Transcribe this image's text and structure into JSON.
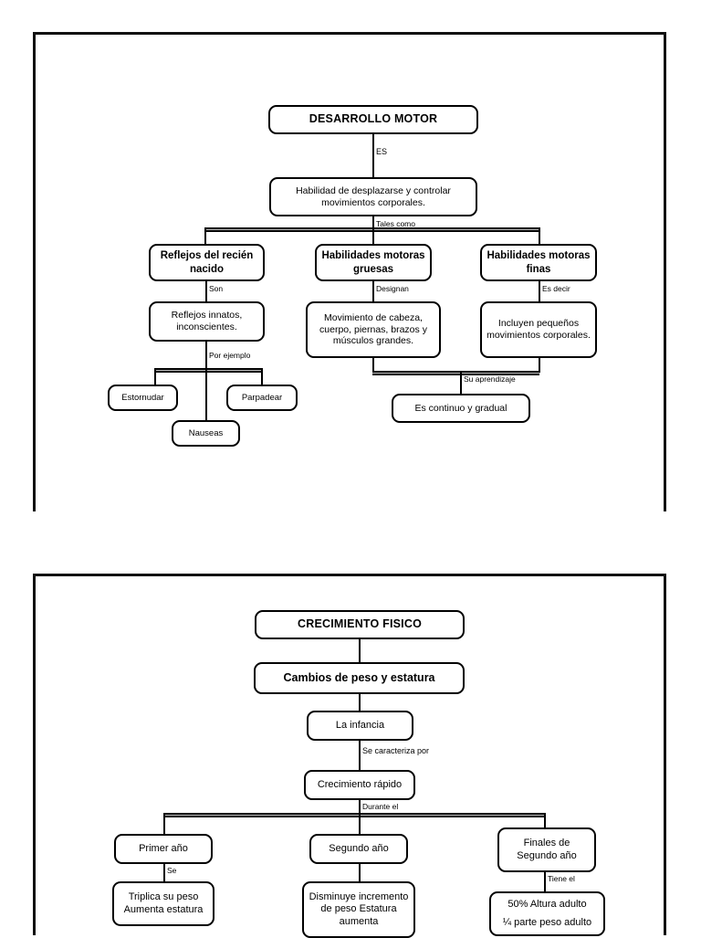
{
  "document": {
    "kind": "concept-map-scan",
    "pages": [
      {
        "id": "page-1",
        "topic": "DESARROLLO MOTOR",
        "nodes": {
          "root": "DESARROLLO MOTOR",
          "definition": "Habilidad de desplazarse y controlar movimientos corporales.",
          "branch_left": "Reflejos del recién nacido",
          "branch_mid": "Habilidades motoras gruesas",
          "branch_right": "Habilidades motoras finas",
          "left_detail": "Reflejos innatos, inconscientes.",
          "mid_detail": "Movimiento de cabeza, cuerpo, piernas, brazos y músculos grandes.",
          "right_detail": "Incluyen pequeños movimientos corporales.",
          "example_1": "Estornudar",
          "example_2": "Parpadear",
          "example_3": "Nauseas",
          "merge_detail": "Es continuo y gradual"
        },
        "edges": {
          "root_to_definition": "ES",
          "definition_to_branches": "Tales como",
          "left_to_detail": "Son",
          "mid_to_detail": "Designan",
          "right_to_detail": "Es decir",
          "left_to_examples": "Por ejemplo",
          "merge_to_detail": "Su aprendizaje"
        }
      },
      {
        "id": "page-2",
        "topic": "CRECIMIENTO FISICO",
        "nodes": {
          "root": "CRECIMIENTO FISICO",
          "subtitle": "Cambios de peso y estatura",
          "stage": "La infancia",
          "trait": "Crecimiento rápido",
          "branch_left": "Primer año",
          "branch_mid": "Segundo año",
          "branch_right": "Finales de Segundo año",
          "left_detail": "Triplica su peso Aumenta estatura",
          "mid_detail": "Disminuye incremento de peso Estatura aumenta",
          "right_detail_line1": "50% Altura adulto",
          "right_detail_line2": "¼ parte peso adulto"
        },
        "edges": {
          "stage_to_trait": "Se caracteriza por",
          "trait_to_branches": "Durante el",
          "left_to_detail": "Se",
          "right_to_detail": "Tiene el"
        }
      }
    ]
  },
  "style": {
    "ink": "#000000",
    "paper": "#ffffff",
    "frame": "#111111"
  }
}
